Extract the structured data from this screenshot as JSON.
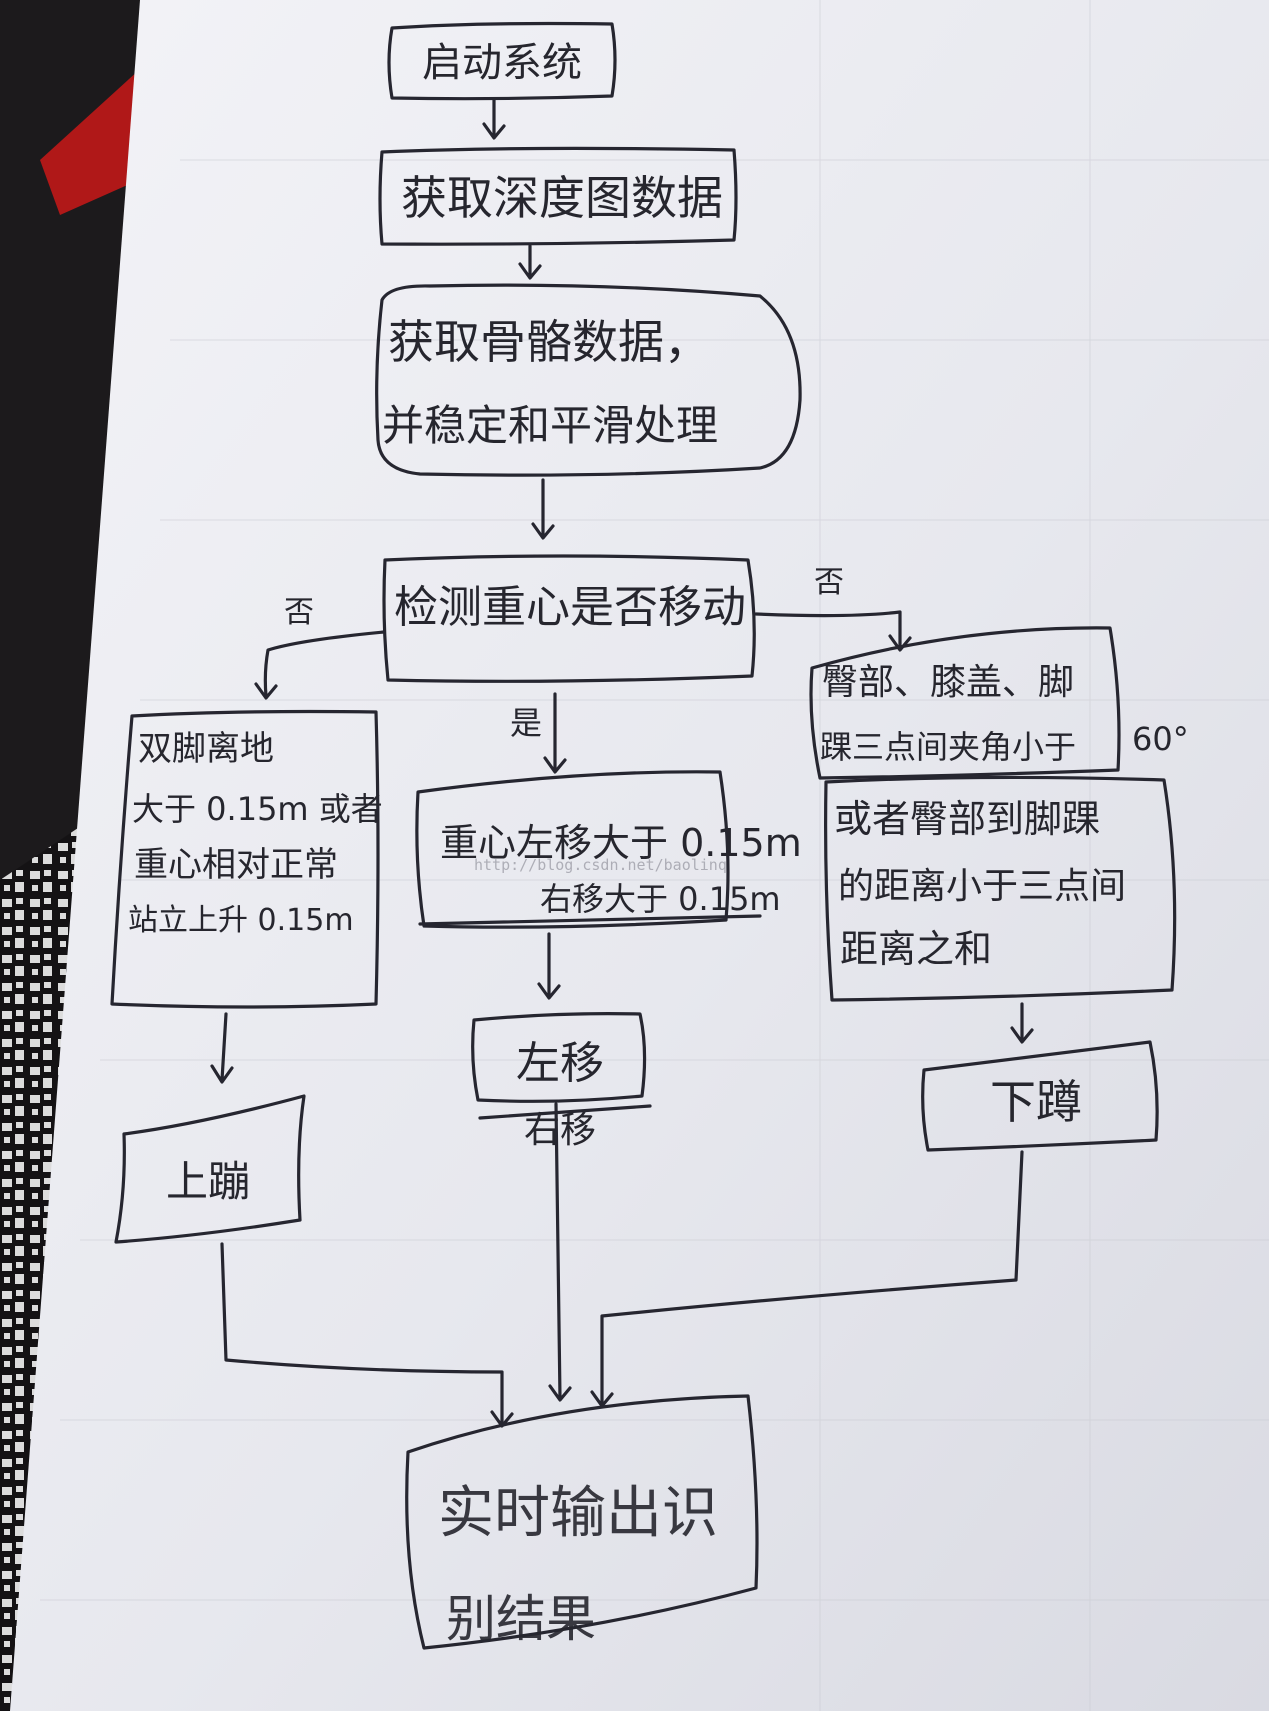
{
  "diagram": {
    "nodes": {
      "start": "启动系统",
      "depth": "获取深度图数据",
      "skeleton_line1": "获取骨骼数据，",
      "skeleton_line2": "并稳定和平滑处理",
      "detect": "检测重心是否移动",
      "jump_line1": "双脚离地",
      "jump_line2": "大于 0.15m 或者",
      "jump_line3": "重心相对正常",
      "jump_line4": "站立上升 0.15m",
      "shift_line1": "重心左移大于 0.15m",
      "shift_line2": "右移大于 0.15m",
      "squat_line1": "臀部、膝盖、脚",
      "squat_line2": "踝三点间夹角小于",
      "squat_angle": "60°",
      "squat_line3": "或者臀部到脚踝",
      "squat_line4": "的距离小于三点间",
      "squat_line5": "距离之和",
      "jump_result": "上蹦",
      "shift_result_line1": "左移",
      "shift_result_line2": "右移",
      "squat_result": "下蹲",
      "output_line1": "实时输出识",
      "output_line2": "别结果"
    },
    "edge_labels": {
      "left_no": "否",
      "right_no": "否",
      "yes": "是"
    },
    "watermark": "http://blog.csdn.net/baolinq"
  }
}
